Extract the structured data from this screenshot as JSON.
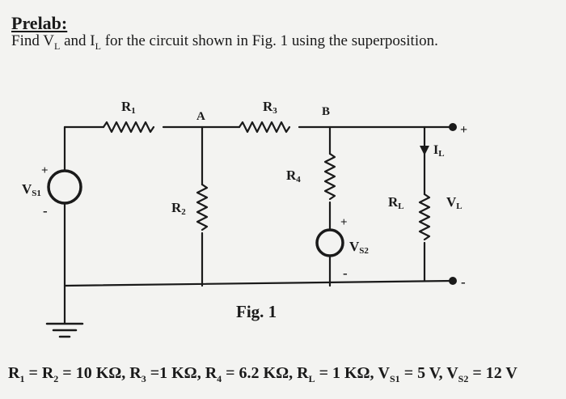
{
  "header": {
    "title": "Prelab:",
    "task_prefix": "Find V",
    "task_sub1": "L",
    "task_mid": " and I",
    "task_sub2": "L",
    "task_suffix": " for the circuit shown in Fig. 1 using the superposition."
  },
  "circuit": {
    "labels": {
      "r1": "R",
      "r1_sub": "1",
      "r2": "R",
      "r2_sub": "2",
      "r3": "R",
      "r3_sub": "3",
      "r4": "R",
      "r4_sub": "4",
      "rl": "R",
      "rl_sub": "L",
      "node_a": "A",
      "node_b": "B",
      "vs1": "V",
      "vs1_sub": "S1",
      "vs2": "V",
      "vs2_sub": "S2",
      "il": "I",
      "il_sub": "L",
      "vl": "V",
      "vl_sub": "L",
      "plus": "+",
      "minus": "-",
      "figure": "Fig. 1"
    }
  },
  "values": {
    "line": "R₁ = R₂ = 10 KΩ, R₃ =1 KΩ, R₄ = 6.2 KΩ, R_L = 1 KΩ, V_S1 = 5 V, V_S2 = 12 V",
    "p1": "R",
    "s1": "1",
    "t1": " = R",
    "s2": "2",
    "t2": " = 10 KΩ, R",
    "s3": "3",
    "t3": " =1 KΩ, R",
    "s4": "4",
    "t4": " = 6.2 KΩ, R",
    "s5": "L",
    "t5": " = 1 KΩ, V",
    "s6": "S1",
    "t6": " = 5 V, V",
    "s7": "S2",
    "t7": " = 12 V"
  }
}
